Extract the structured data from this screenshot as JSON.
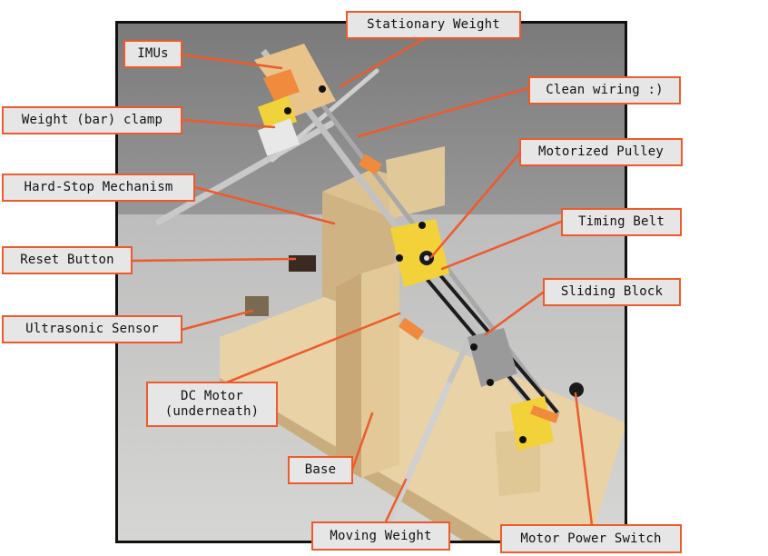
{
  "colors": {
    "accent": "#ee5a2b",
    "label_bg": "#e6e6e6",
    "frame": "#111111"
  },
  "labels": {
    "stationary_weight": "Stationary Weight",
    "imus": "IMUs",
    "clean_wiring": "Clean wiring :)",
    "weight_bar_clamp": "Weight (bar) clamp",
    "motorized_pulley": "Motorized Pulley",
    "hard_stop_mechanism": "Hard-Stop Mechanism",
    "timing_belt": "Timing Belt",
    "reset_button": "Reset Button",
    "sliding_block": "Sliding Block",
    "ultrasonic_sensor": "Ultrasonic Sensor",
    "dc_motor": "DC Motor\n(underneath)",
    "base": "Base",
    "moving_weight": "Moving Weight",
    "motor_power_switch": "Motor Power Switch"
  }
}
